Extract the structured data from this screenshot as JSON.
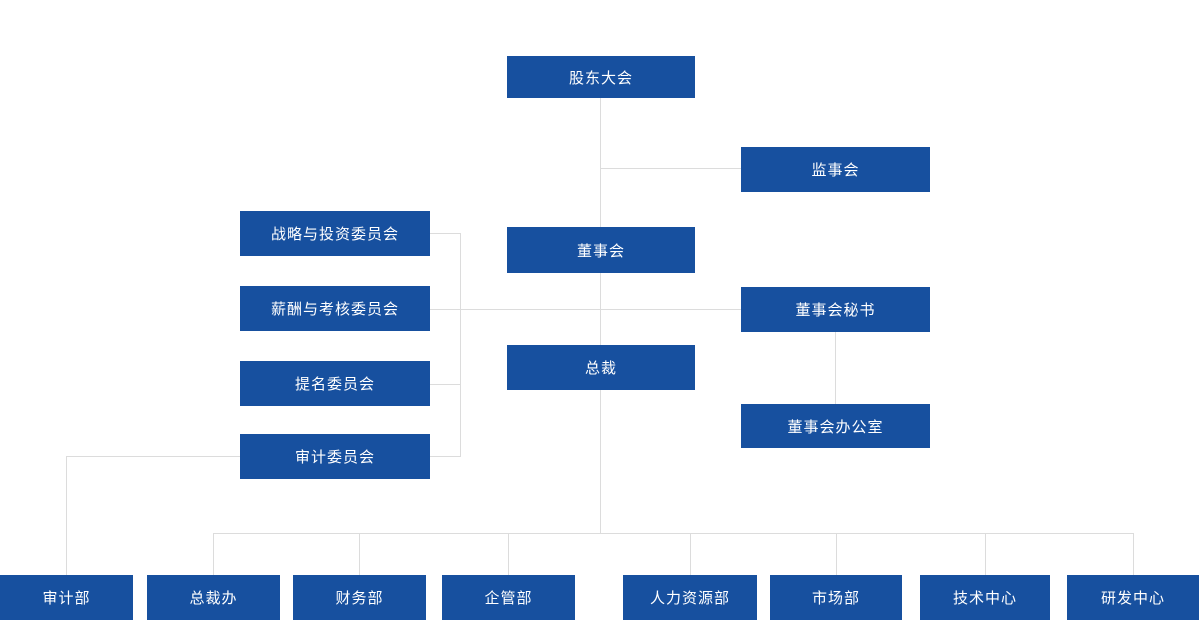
{
  "colors": {
    "node_bg": "#17509F",
    "node_text": "#FFFFFF",
    "connector": "#DCDCDC",
    "page_background": "#FFFFFF"
  },
  "org_chart": {
    "type": "organization-chart",
    "nodes": {
      "shareholders_meeting": {
        "label": "股东大会"
      },
      "supervisory_board": {
        "label": "监事会"
      },
      "board_of_directors": {
        "label": "董事会"
      },
      "strategy_investment_committee": {
        "label": "战略与投资委员会"
      },
      "compensation_assessment_committee": {
        "label": "薪酬与考核委员会"
      },
      "nomination_committee": {
        "label": "提名委员会"
      },
      "audit_committee": {
        "label": "审计委员会"
      },
      "board_secretary": {
        "label": "董事会秘书"
      },
      "board_office": {
        "label": "董事会办公室"
      },
      "president": {
        "label": "总裁"
      },
      "audit_dept": {
        "label": "审计部"
      },
      "president_office": {
        "label": "总裁办"
      },
      "finance_dept": {
        "label": "财务部"
      },
      "enterprise_mgmt_dept": {
        "label": "企管部"
      },
      "hr_dept": {
        "label": "人力资源部"
      },
      "marketing_dept": {
        "label": "市场部"
      },
      "technology_center": {
        "label": "技术中心"
      },
      "rd_center": {
        "label": "研发中心"
      }
    }
  }
}
